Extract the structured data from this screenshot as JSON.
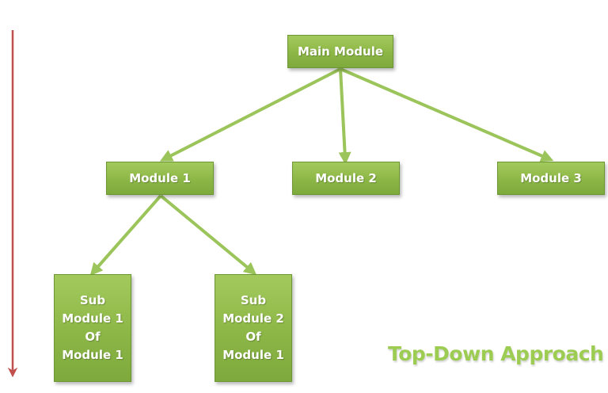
{
  "diagram": {
    "root": "Main Module",
    "modules": [
      "Module 1",
      "Module 2",
      "Module 3"
    ],
    "sub_modules": [
      {
        "lines": [
          "Sub",
          "Module 1",
          "Of",
          "Module 1"
        ]
      },
      {
        "lines": [
          "Sub",
          "Module 2",
          "Of",
          "Module 1"
        ]
      }
    ],
    "approach_label": "Top-Down Approach"
  },
  "colors": {
    "node_fill": "#8cb747",
    "connector": "#9bc45a",
    "direction_arrow": "#c0504d",
    "label_text": "#9dcc52",
    "node_text": "#ffffff"
  }
}
